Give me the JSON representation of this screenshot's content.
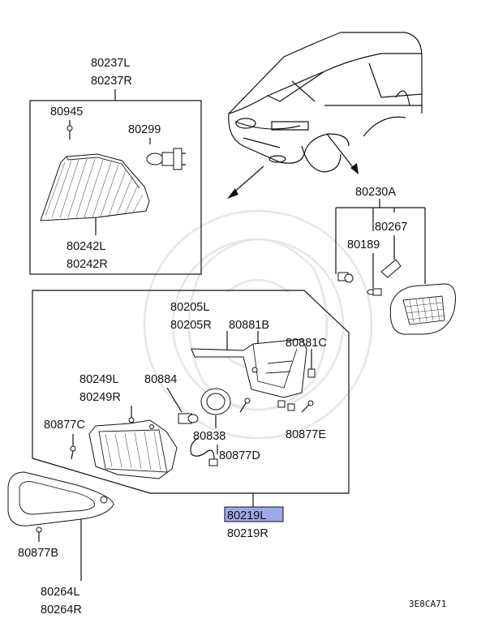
{
  "diagram": {
    "labels": {
      "p80237L": "80237L",
      "p80237R": "80237R",
      "p80945": "80945",
      "p80299": "80299",
      "p80242L": "80242L",
      "p80242R": "80242R",
      "p80230A": "80230A",
      "p80267": "80267",
      "p80189": "80189",
      "p80205L": "80205L",
      "p80205R": "80205R",
      "p80881B": "80881B",
      "p80881C": "80881C",
      "p80249L": "80249L",
      "p80249R": "80249R",
      "p80884": "80884",
      "p80877C": "80877C",
      "p80838": "80838",
      "p80877D": "80877D",
      "p80877E": "80877E",
      "p80219L": "80219L",
      "p80219R": "80219R",
      "p80877B": "80877B",
      "p80264L": "80264L",
      "p80264R": "80264R"
    },
    "highlight_color": "#9fa8e8",
    "figure_code": "3E8CA71"
  }
}
